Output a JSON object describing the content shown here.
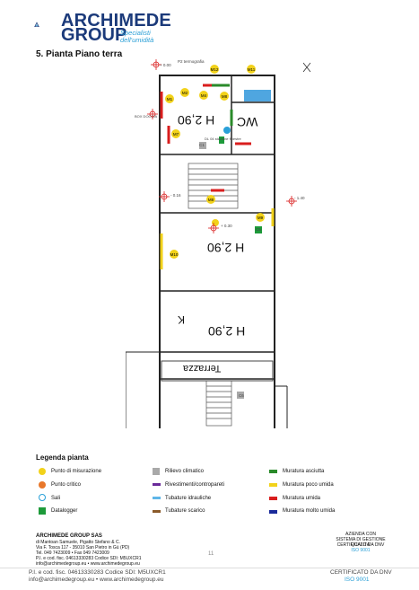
{
  "header": {
    "brand_line1": "ARCHIMEDE",
    "brand_line2": "GROUP",
    "tagline": "Specialisti dell'umidità",
    "brand_color": "#1b3a7a",
    "accent_color": "#2a9fd6"
  },
  "section_title": "5. Pianta Piano terra",
  "plan": {
    "rooms": {
      "wc": "WC",
      "h_upper": "H 2,90",
      "h_middle": "H 2,90",
      "h_lower": "H 2,90",
      "k": "K",
      "terrace": "Terrazza"
    },
    "markers": [
      "M1",
      "M2",
      "M3",
      "M4",
      "M5",
      "M6",
      "M7",
      "M8",
      "M9",
      "M10",
      "M11",
      "M12"
    ],
    "notes": {
      "p2": "P2 termografia",
      "dl": "DL 04 stazione finestre",
      "bs": "BOX DOCCIA",
      "plus000": "+ 0.00",
      "minus016": "- 0.16",
      "plus030": "+ 0.30",
      "minus140": "- 1.40",
      "c1": "C1",
      "c5": "C5",
      "c6": "C6"
    }
  },
  "legend": {
    "title": "Legenda pianta",
    "items": [
      {
        "label": "Punto di misurazione",
        "icon": "measure-point-icon"
      },
      {
        "label": "Punto critico",
        "icon": "critical-point-icon"
      },
      {
        "label": "Sali",
        "icon": "salts-icon"
      },
      {
        "label": "Datalogger",
        "icon": "datalogger-icon"
      },
      {
        "label": "Rilievo climatico",
        "icon": "climate-icon"
      },
      {
        "label": "Rivestimenti/contropareti",
        "icon": "purple-line"
      },
      {
        "label": "Tubature idrauliche",
        "icon": "blue-pipe"
      },
      {
        "label": "Tubature scarico",
        "icon": "brown-pipe"
      },
      {
        "label": "Muratura asciutta",
        "icon": "green-line"
      },
      {
        "label": "Muratura poco umida",
        "icon": "yellow-line"
      },
      {
        "label": "Muratura umida",
        "icon": "red-line"
      },
      {
        "label": "Muratura molto umida",
        "icon": "darkblue-line"
      }
    ],
    "colors": {
      "yellow": "#f2d21a",
      "orange": "#e8772a",
      "cyan": "#2aa0d8",
      "green": "#1d9a3a",
      "grey": "#a9a9a9",
      "purple": "#6a2a9a",
      "lightblue": "#5fb6e8",
      "brown": "#8a5a2a",
      "red": "#d91e1e",
      "darkblue": "#1a2a9a",
      "dgreen": "#2a8a2a"
    }
  },
  "footer": {
    "company": "ARCHIMEDE GROUP SAS",
    "line1": "di Mantoan Samuele, Pigatto Stefano & C.",
    "line2": "Via F. Tosca 117 - 35010 San Pietro in Gù (PD)",
    "line3": "Tel. 049 7423009 • Fax 049 7423009",
    "line4": "P.I. e cod. fisc. 04613330283 Codice SDI: M5UXCR1",
    "line5": "info@archimedegroup.eu • www.archimedegroup.eu",
    "page_number": "11",
    "cert1": "AZIENDA CON",
    "cert2": "SISTEMA DI GESTIONE QUALITA'",
    "cert3": "CERTIFICATO DA DNV",
    "cert4": "ISO 9001",
    "ghost1": "P.I. e cod. fisc. 04613330283 Codice SDI: M5UXCR1",
    "ghost2": "info@archimedegroup.eu • www.archimedegroup.eu",
    "ghost3": "CERTIFICATO DA DNV",
    "ghost4": "ISO 9001"
  }
}
